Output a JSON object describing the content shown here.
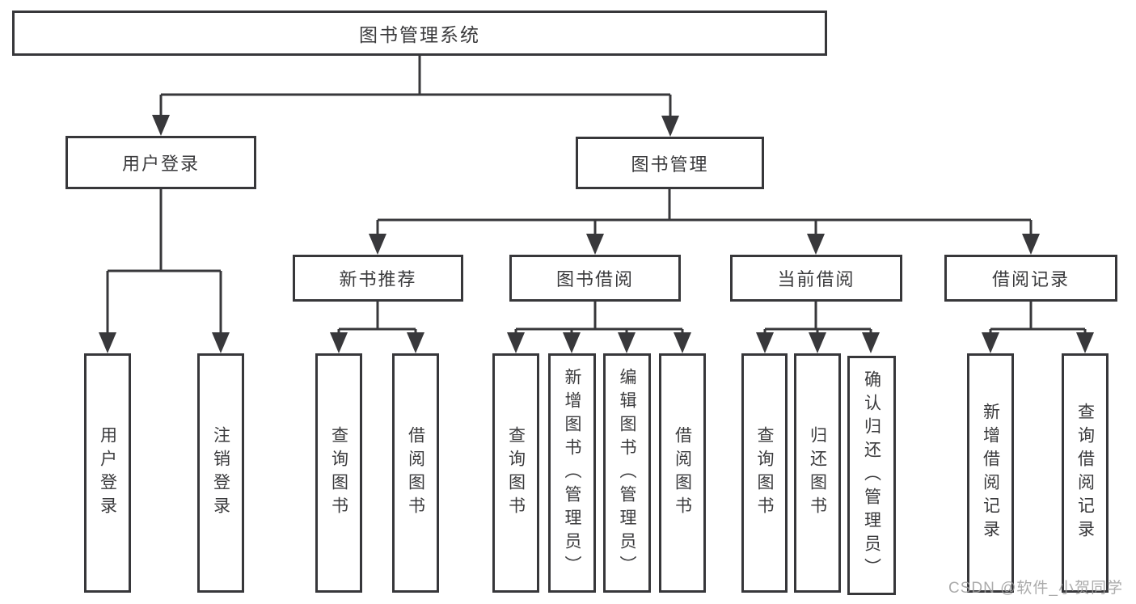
{
  "tree": {
    "root": "图书管理系统",
    "branches": [
      {
        "label": "用户登录",
        "children": [
          "用户登录",
          "注销登录"
        ]
      },
      {
        "label": "图书管理",
        "groups": [
          {
            "label": "新书推荐",
            "children": [
              "查询图书",
              "借阅图书"
            ]
          },
          {
            "label": "图书借阅",
            "children": [
              "查询图书",
              "新增图书（管理员）",
              "编辑图书（管理员）",
              "借阅图书"
            ]
          },
          {
            "label": "当前借阅",
            "children": [
              "查询图书",
              "归还图书",
              "确认归还（管理员）"
            ]
          },
          {
            "label": "借阅记录",
            "children": [
              "新增借阅记录",
              "查询借阅记录"
            ]
          }
        ]
      }
    ]
  },
  "watermark": "CSDN @软件_小贺同学",
  "colors": {
    "line": "#38383b",
    "text": "#3a3a3c",
    "background": "#ffffff",
    "watermark": "#9d9d9d"
  }
}
